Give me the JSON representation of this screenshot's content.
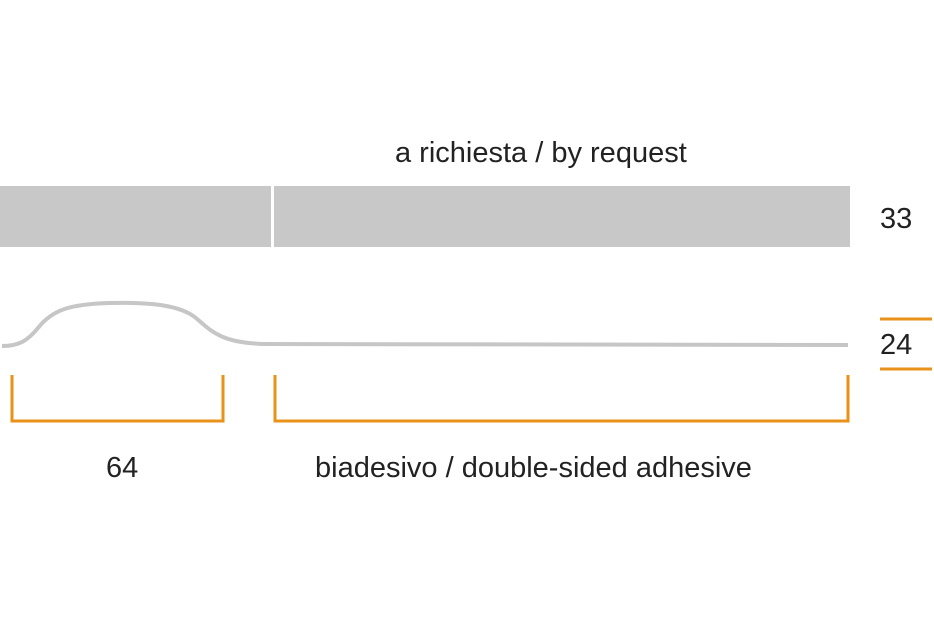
{
  "labels": {
    "top": "a richiesta / by request",
    "bar_height": "33",
    "profile_height": "24",
    "left_width": "64",
    "bottom": "biadesivo / double-sided adhesive"
  },
  "colors": {
    "bar": "#c8c8c8",
    "profile": "#c6c6c6",
    "dimension": "#e8921a",
    "text": "#222222"
  }
}
